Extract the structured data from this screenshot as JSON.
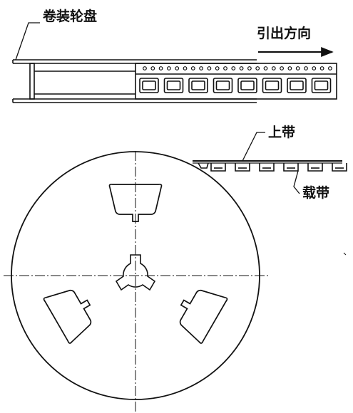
{
  "labels": {
    "reel": "卷装轮盘",
    "direction": "引出方向",
    "cover_tape": "上带",
    "carrier_tape": "载带"
  },
  "colors": {
    "line": "#111111",
    "background": "#ffffff"
  }
}
